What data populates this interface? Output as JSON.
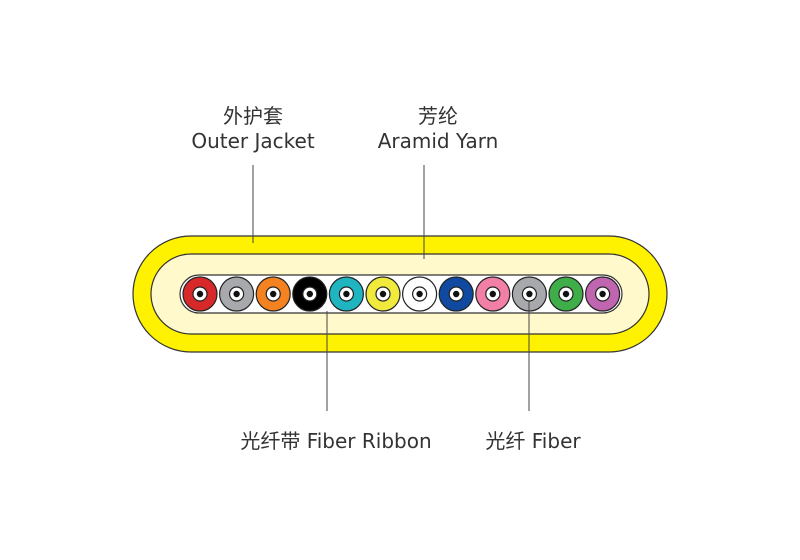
{
  "labels": {
    "outer_jacket_cn": "外护套",
    "outer_jacket_en": "Outer Jacket",
    "aramid_cn": "芳纶",
    "aramid_en": "Aramid Yarn",
    "ribbon": "光纤带 Fiber Ribbon",
    "fiber": "光纤 Fiber"
  },
  "colors": {
    "jacket": "#fff200",
    "aramid": "#fff9cc",
    "ribbon": "#ffffff",
    "fibers": [
      "#d7282a",
      "#a7a9ac",
      "#f58220",
      "#000000",
      "#1fb5c0",
      "#f0ea3c",
      "#ffffff",
      "#0f4aa0",
      "#f27fa5",
      "#a7a9ac",
      "#3fae49",
      "#c065b0"
    ]
  }
}
